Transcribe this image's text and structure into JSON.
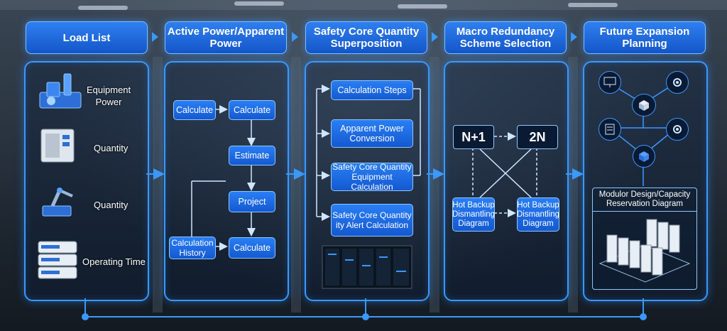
{
  "columns": [
    {
      "header": "Load List"
    },
    {
      "header": "Active Power/Apparent Power"
    },
    {
      "header": "Safety Core Quantity Superposition"
    },
    {
      "header": "Macro Redundancy Scheme Selection"
    },
    {
      "header": "Future Expansion Planning"
    }
  ],
  "load_list": {
    "items": [
      "Equipment Power",
      "Quantity",
      "Quantity",
      "Operating Time"
    ]
  },
  "power": {
    "calculate_left": "Calculate",
    "calculate_top": "Calculate",
    "estimate": "Estimate",
    "project": "Project",
    "calculation_history": "Calculation History",
    "calculate_bottom": "Calculate"
  },
  "safety": {
    "steps": [
      "Calculation Steps",
      "Apparent Power Conversion",
      "Safety Core Quantity Equipment Calculation",
      "Safety Core Quantity ity Alert Calculation"
    ]
  },
  "redundancy": {
    "n1": "N+1",
    "n2": "2N",
    "hot_backup_left": "Hot Backup Dismantling Diagram",
    "hot_backup_right": "Hot Backup Dismantling Diagram"
  },
  "expansion": {
    "diagram_title": "Modulor Design/Capacity Reservation Diagram"
  },
  "colors": {
    "accent": "#3a98ff",
    "box": "#1f6fe6",
    "header": "#1f6fe6"
  },
  "icons": [
    "pump-icon",
    "server-cabinet-icon",
    "robot-arm-icon",
    "server-stack-icon",
    "monitor-icon",
    "cube-icon",
    "gear-icon",
    "database-icon",
    "server-rack-icon"
  ]
}
